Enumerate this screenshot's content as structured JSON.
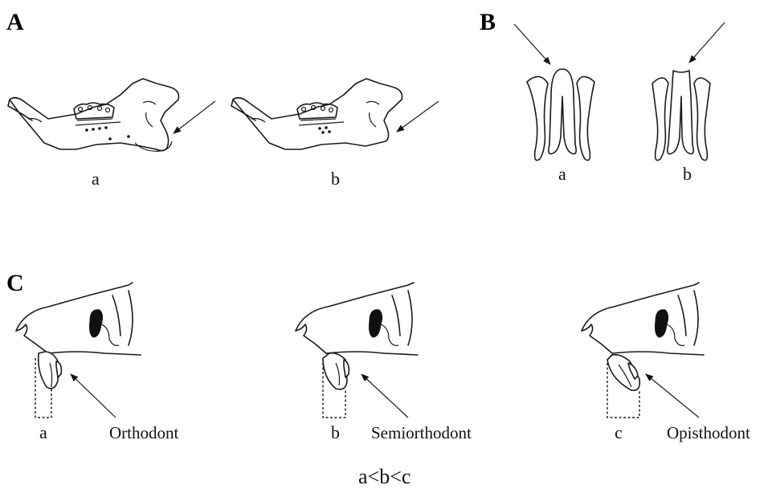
{
  "panels": {
    "A": {
      "letter": "A",
      "sub_labels": [
        "a",
        "b"
      ]
    },
    "B": {
      "letter": "B",
      "sub_labels": [
        "a",
        "b"
      ]
    },
    "C": {
      "letter": "C",
      "sub_labels": [
        "a",
        "b",
        "c"
      ],
      "terms": [
        "Orthodont",
        "Semiorthodont",
        "Opisthodont"
      ],
      "formula": "a<b<c"
    }
  }
}
